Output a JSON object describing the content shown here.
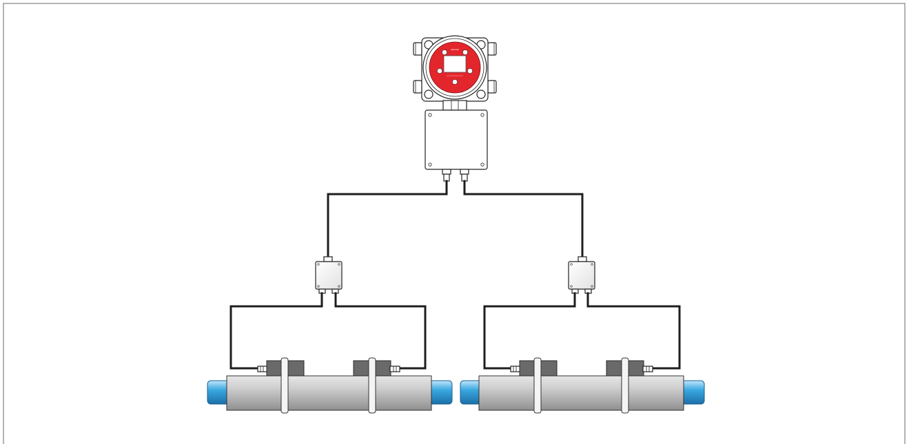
{
  "diagram": {
    "title": "",
    "transmitter": {
      "brand_text": "ARROW",
      "display_color": "#e3262c"
    },
    "junction_boxes": [
      {
        "id": "left"
      },
      {
        "id": "right"
      }
    ],
    "pipe_sections": [
      {
        "id": "left"
      },
      {
        "id": "right"
      }
    ],
    "colors": {
      "border": "#9a9a9a",
      "cable": "#1e1e1e",
      "housing": "#ffffff",
      "pipe": "#bdbdbd",
      "pipe_end": "#3aa7e0",
      "sensor": "#6a6a6a",
      "face": "#e3262c"
    }
  }
}
